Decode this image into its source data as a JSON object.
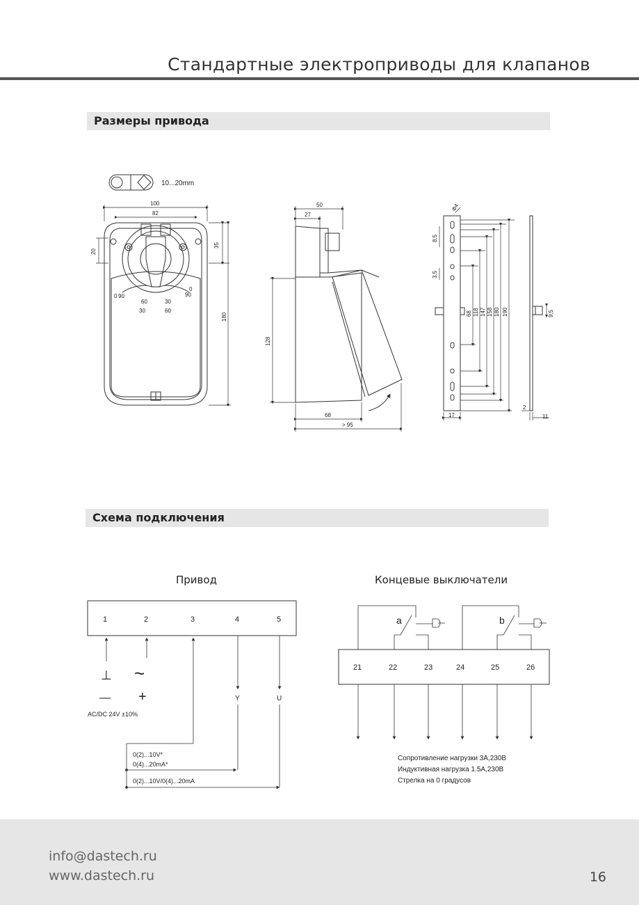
{
  "header": {
    "title": "Стандартные электроприводы для клапанов"
  },
  "sections": {
    "dimensions_title": "Размеры привода",
    "wiring_title": "Схема подключения"
  },
  "dimensions": {
    "shaft_range": "10...20mm",
    "front": {
      "width_outer": "100",
      "width_inner": "82",
      "left_offset": "20",
      "top_offset": "35",
      "height": "180",
      "scale_left": [
        "90",
        "60",
        "30",
        "0"
      ],
      "scale_right": [
        "30",
        "60",
        "90",
        "0"
      ]
    },
    "side": {
      "depth_total": "50",
      "depth_part": "27",
      "body_height": "128",
      "body_depth": "68",
      "min_clearance": "> 95"
    },
    "bracket": {
      "hole": "Φ4",
      "spacing_top": "8,5",
      "spacing_mid": "3,5",
      "heights": [
        "68",
        "118",
        "147",
        "158",
        "180",
        "190"
      ],
      "width": "17"
    },
    "plate": {
      "thickness": "2",
      "width": "11",
      "tab": "9,5"
    }
  },
  "wiring": {
    "actuator_caption": "Привод",
    "switches_caption": "Концевые выключатели",
    "actuator_terminals": [
      "1",
      "2",
      "3",
      "4",
      "5"
    ],
    "ground_symbol": "⊥",
    "ac_symbol": "~",
    "minus_symbol": "—",
    "plus_symbol": "+",
    "y_label": "Y",
    "u_label": "U",
    "supply": "AC/DC 24V  ±10%",
    "signal_lines": [
      "0(2)...10V*",
      "0(4)...20mA*",
      "0(2)...10V/0(4)...20mA"
    ],
    "switch_terminals": [
      "21",
      "22",
      "23",
      "24",
      "25",
      "26"
    ],
    "switch_a": "a",
    "switch_b": "b",
    "notes": [
      "Сопротивление нагрузки 3A,230B",
      "Индуктивная нагрузка 1.5A,230B",
      "Стрелка на 0 градусов"
    ]
  },
  "footer": {
    "email": "info@dastech.ru",
    "website": "www.dastech.ru",
    "page": "16"
  }
}
